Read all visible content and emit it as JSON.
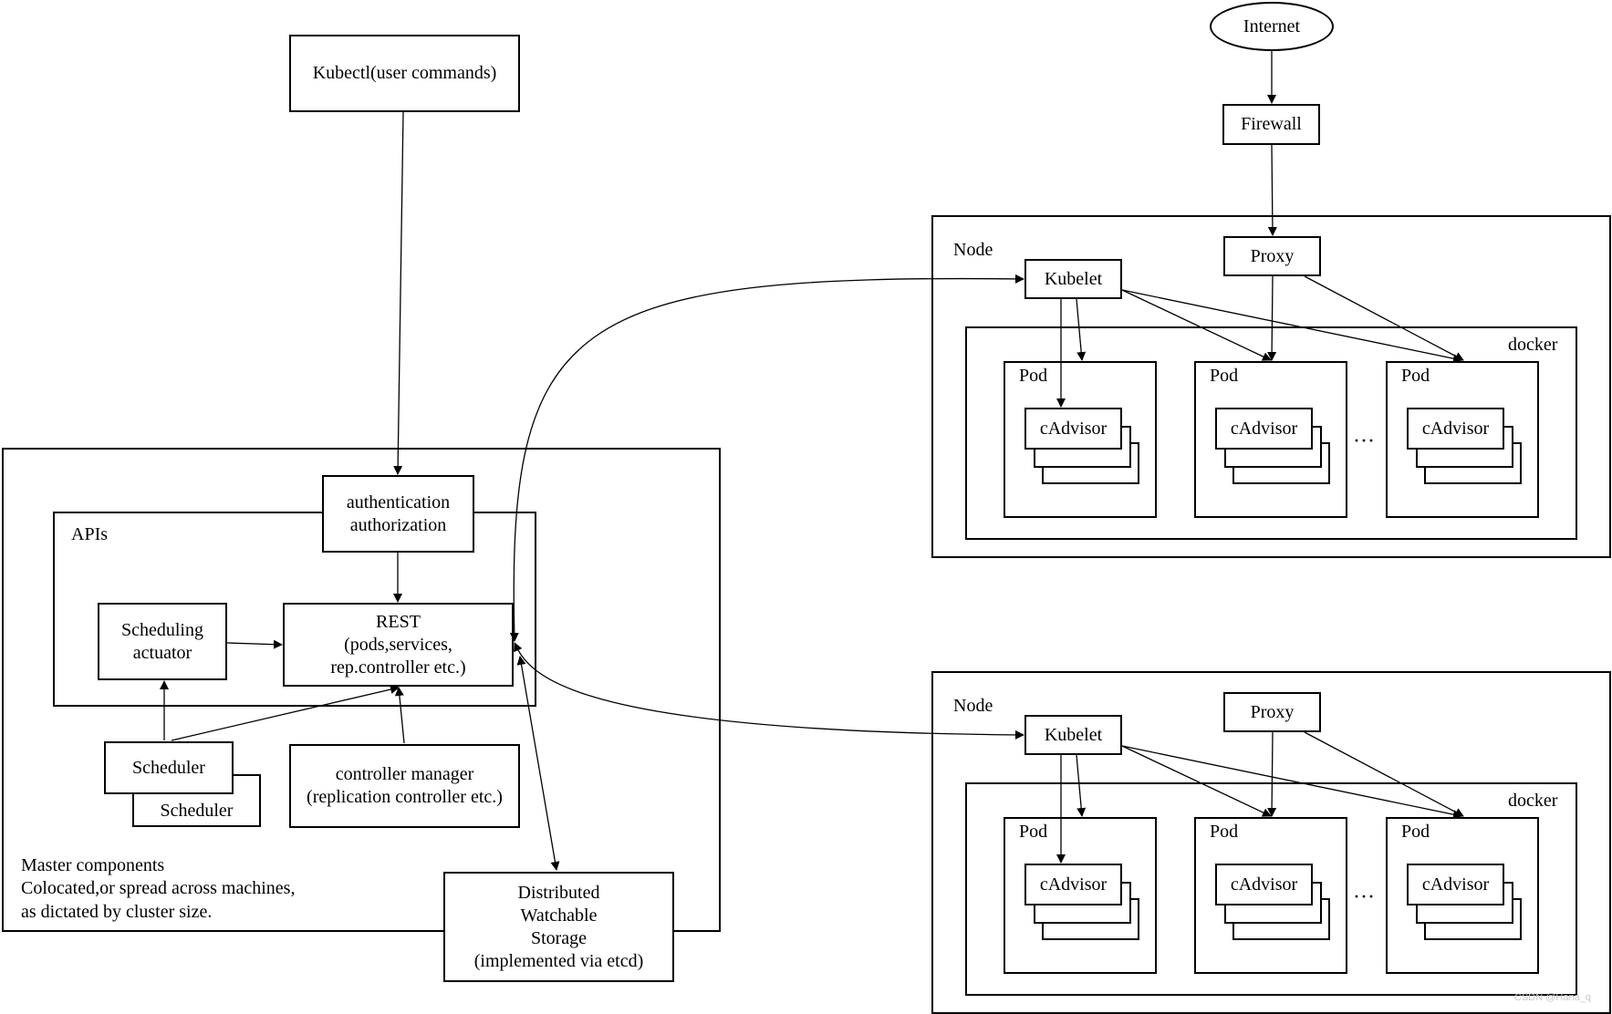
{
  "internet": "Internet",
  "firewall": "Firewall",
  "kubectl": "Kubectl(user commands)",
  "master": {
    "apis_label": "APIs",
    "auth_line1": "authentication",
    "auth_line2": "authorization",
    "rest_line1": "REST",
    "rest_line2": "(pods,services,",
    "rest_line3": "rep.controller etc.)",
    "sched_actuator_line1": "Scheduling",
    "sched_actuator_line2": "actuator",
    "scheduler": "Scheduler",
    "scheduler_back": "Scheduler",
    "controller_line1": "controller manager",
    "controller_line2": "(replication controller etc.)",
    "caption_line1": "Master components",
    "caption_line2": "Colocated,or spread across machines,",
    "caption_line3": "as dictated by cluster size.",
    "storage_line1": "Distributed",
    "storage_line2": "Watchable",
    "storage_line3": "Storage",
    "storage_line4": "(implemented via etcd)"
  },
  "nodes": [
    {
      "label": "Node",
      "kubelet": "Kubelet",
      "proxy": "Proxy",
      "docker": "docker",
      "pods": [
        {
          "label": "Pod",
          "cadvisor": "cAdvisor"
        },
        {
          "label": "Pod",
          "cadvisor": "cAdvisor"
        },
        {
          "label": "Pod",
          "cadvisor": "cAdvisor"
        }
      ],
      "ellipsis": "···"
    },
    {
      "label": "Node",
      "kubelet": "Kubelet",
      "proxy": "Proxy",
      "docker": "docker",
      "pods": [
        {
          "label": "Pod",
          "cadvisor": "cAdvisor"
        },
        {
          "label": "Pod",
          "cadvisor": "cAdvisor"
        },
        {
          "label": "Pod",
          "cadvisor": "cAdvisor"
        }
      ],
      "ellipsis": "···"
    }
  ],
  "watermark": "CSDN @Hana_q"
}
